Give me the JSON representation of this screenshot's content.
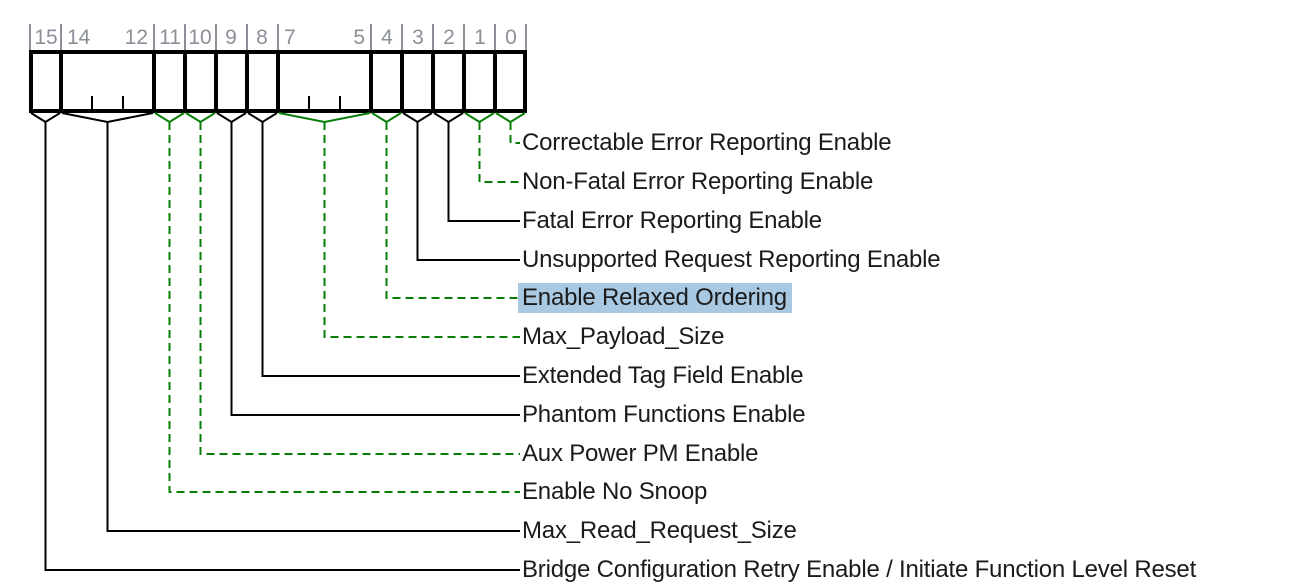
{
  "register": {
    "name": "device-control-register-bit-layout",
    "bit_numbers": [
      "15",
      "14",
      "12",
      "11",
      "10",
      "9",
      "8",
      "7",
      "5",
      "4",
      "3",
      "2",
      "1",
      "0"
    ]
  },
  "fields": [
    {
      "bits": "0",
      "label": "Correctable Error Reporting Enable",
      "line_style": "green-dashed",
      "highlighted": false
    },
    {
      "bits": "1",
      "label": "Non-Fatal Error Reporting Enable",
      "line_style": "green-dashed",
      "highlighted": false
    },
    {
      "bits": "2",
      "label": "Fatal Error Reporting Enable",
      "line_style": "black-solid",
      "highlighted": false
    },
    {
      "bits": "3",
      "label": "Unsupported Request Reporting Enable",
      "line_style": "black-solid",
      "highlighted": false
    },
    {
      "bits": "4",
      "label": "Enable Relaxed Ordering",
      "line_style": "green-dashed",
      "highlighted": true
    },
    {
      "bits": "7:5",
      "label": "Max_Payload_Size",
      "line_style": "green-dashed",
      "highlighted": false
    },
    {
      "bits": "8",
      "label": "Extended Tag Field Enable",
      "line_style": "black-solid",
      "highlighted": false
    },
    {
      "bits": "9",
      "label": "Phantom Functions Enable",
      "line_style": "black-solid",
      "highlighted": false
    },
    {
      "bits": "10",
      "label": "Aux Power PM Enable",
      "line_style": "green-dashed",
      "highlighted": false
    },
    {
      "bits": "11",
      "label": "Enable No Snoop",
      "line_style": "green-dashed",
      "highlighted": false
    },
    {
      "bits": "14:12",
      "label": "Max_Read_Request_Size",
      "line_style": "black-solid",
      "highlighted": false
    },
    {
      "bits": "15",
      "label": "Bridge Configuration Retry Enable / Initiate Function Level Reset",
      "line_style": "black-solid",
      "highlighted": false
    }
  ],
  "colors": {
    "background": "#ffffff",
    "register_outline": "#000000",
    "bit_number_gray": "#8a8f98",
    "connector_black": "#000000",
    "connector_green": "#077d07",
    "label_text": "#1b1b1b",
    "selection_highlight": "#a9c8e1"
  }
}
